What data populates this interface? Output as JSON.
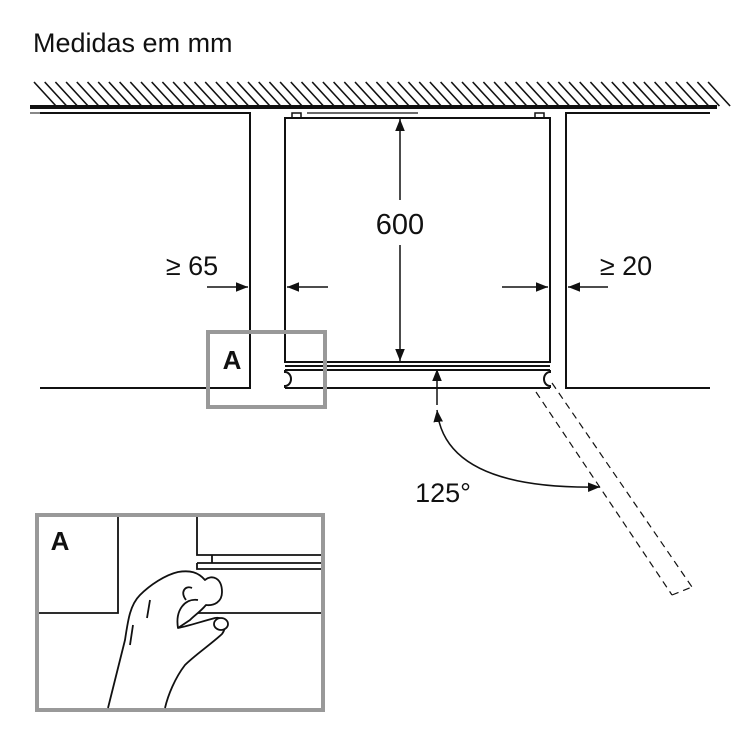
{
  "title": "Medidas em mm",
  "dimensions": {
    "depth": "600",
    "left_gap": "≥ 65",
    "right_gap": "≥ 20",
    "opening_angle": "125°"
  },
  "detail_label": "A",
  "inset_label": "A",
  "colors": {
    "line": "#111111",
    "detail_box": "#999999"
  }
}
